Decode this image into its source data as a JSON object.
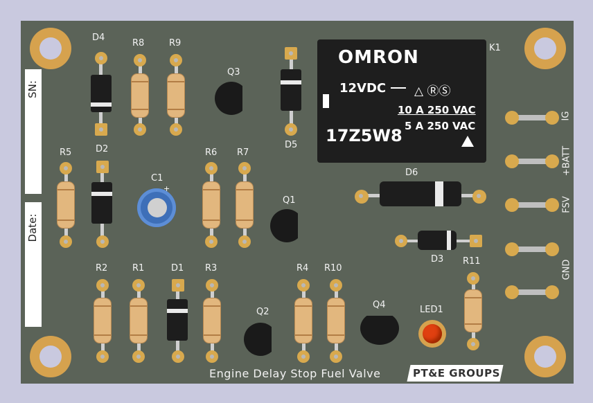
{
  "relay": {
    "brand": "OMRON",
    "voltage": "12VDC",
    "rating1": "10 A 250 VAC",
    "rating2": "5 A 250 VAC",
    "model": "17Z5W8",
    "ref": "K1"
  },
  "silkscreen": {
    "sn_label": "SN:",
    "date_label": "Date:",
    "title": "Engine Delay Stop Fuel Valve",
    "brand": "PT&E GROUPS"
  },
  "connector_labels": [
    "IG",
    "+BATT",
    "FSV",
    "GND"
  ],
  "refs": {
    "D4": "D4",
    "R8": "R8",
    "R9": "R9",
    "Q3": "Q3",
    "D5": "D5",
    "R5": "R5",
    "D2": "D2",
    "C1": "C1",
    "R6": "R6",
    "R7": "R7",
    "Q1": "Q1",
    "D6": "D6",
    "D3": "D3",
    "R2": "R2",
    "R1": "R1",
    "D1": "D1",
    "R3": "R3",
    "Q2": "Q2",
    "R4": "R4",
    "R10": "R10",
    "Q4": "Q4",
    "LED1": "LED1",
    "R11": "R11"
  },
  "colors": {
    "board": "#5b6358",
    "copper": "#d6a24e",
    "relay": "#1e1e1e",
    "led": "#e04010"
  }
}
